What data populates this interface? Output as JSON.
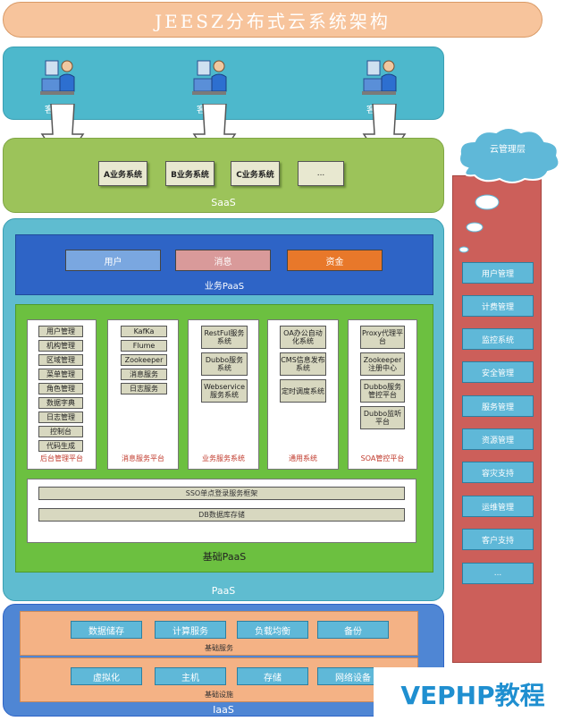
{
  "title": "JEESZ分布式云系统架构",
  "clients": [
    "客户端",
    "客户端",
    "客户端"
  ],
  "saas": {
    "label": "SaaS",
    "systems": [
      "A业务系统",
      "B业务系统",
      "C业务系统",
      "..."
    ]
  },
  "biz_paas": {
    "label": "业务PaaS",
    "items": [
      {
        "label": "用户",
        "color": "#7aa7e0"
      },
      {
        "label": "消息",
        "color": "#d99a9a"
      },
      {
        "label": "资金",
        "color": "#e8782a"
      }
    ]
  },
  "base_paas": {
    "label": "基础PaaS",
    "panels": [
      {
        "label": "后台管理平台",
        "items": [
          "用户管理",
          "机构管理",
          "区域管理",
          "菜单管理",
          "角色管理",
          "数据字典",
          "日志管理",
          "控制台",
          "代码生成"
        ]
      },
      {
        "label": "消息服务平台",
        "items": [
          "KafKa",
          "Flume",
          "Zookeeper",
          "消息服务",
          "日志服务"
        ]
      },
      {
        "label": "业务服务系统",
        "items": [
          "RestFul服务系统",
          "Dubbo服务系统",
          "Webservice服务系统"
        ]
      },
      {
        "label": "通用系统",
        "items": [
          "OA办公自动化系统",
          "CMS信息发布系统",
          "定时调度系统"
        ]
      },
      {
        "label": "SOA管控平台",
        "items": [
          "Proxy代理平台",
          "Zookeeper注册中心",
          "Dubbo服务管控平台",
          "Dubbo监听平台"
        ]
      }
    ],
    "sso": "SSO单点登录服务框架",
    "db": "DB数据库存储"
  },
  "paas_label": "PaaS",
  "iaas": {
    "label": "IaaS",
    "service_row": {
      "label": "基础服务",
      "items": [
        "数据储存",
        "计算服务",
        "负载均衡",
        "备份"
      ]
    },
    "infra_row": {
      "label": "基础设施",
      "items": [
        "虚拟化",
        "主机",
        "存储",
        "网络设备"
      ]
    }
  },
  "cloud": {
    "title": "云管理层",
    "items": [
      "用户管理",
      "计费管理",
      "监控系统",
      "安全管理",
      "服务管理",
      "资源管理",
      "容灾支持",
      "运维管理",
      "客户支持",
      "..."
    ]
  },
  "watermark": "VEPHP教程"
}
